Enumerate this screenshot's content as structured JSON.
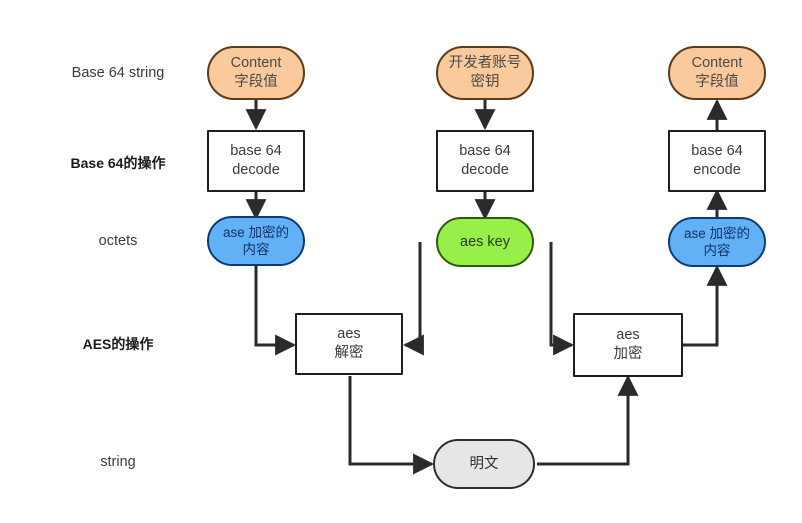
{
  "diagram": {
    "title": "Base 64 / AES encrypt-decrypt flow",
    "colors": {
      "orange_fill": "#fac99c",
      "orange_stroke": "#5c3a1e",
      "blue_fill": "#62b1f6",
      "blue_stroke": "#0b3c73",
      "green_fill": "#97ef4a",
      "green_stroke": "#2f5a0b",
      "grey_fill": "#e6e6e6",
      "grey_stroke": "#2e2e2e",
      "rect_fill": "#ffffff",
      "rect_stroke": "#1f1f1f",
      "edge_stroke": "#2b2b2b",
      "background": "#ffffff"
    },
    "row_labels": [
      {
        "text": "Base 64 string",
        "bold": false
      },
      {
        "text": "Base 64的操作",
        "bold": true
      },
      {
        "text": "octets",
        "bold": false
      },
      {
        "text": "AES的操作",
        "bold": true
      },
      {
        "text": "string",
        "bold": false
      }
    ],
    "nodes": {
      "content_field_left": {
        "line1": "Content",
        "line2": "字段值"
      },
      "base64_decode_left": {
        "line1": "base 64",
        "line2": "decode"
      },
      "aes_encrypted_left": {
        "line1": "ase 加密的",
        "line2": "内容"
      },
      "developer_key": {
        "line1": "开发者账号",
        "line2": "密钥"
      },
      "base64_decode_mid": {
        "line1": "base 64",
        "line2": "decode"
      },
      "aes_key": {
        "line1": "aes key",
        "line2": ""
      },
      "content_field_right": {
        "line1": "Content",
        "line2": "字段值"
      },
      "base64_encode_right": {
        "line1": "base 64",
        "line2": "encode"
      },
      "aes_encrypted_right": {
        "line1": "ase 加密的",
        "line2": "内容"
      },
      "aes_decrypt": {
        "line1": "aes",
        "line2": "解密"
      },
      "aes_encrypt": {
        "line1": "aes",
        "line2": "加密"
      },
      "plaintext": {
        "line1": "明文",
        "line2": ""
      }
    }
  }
}
